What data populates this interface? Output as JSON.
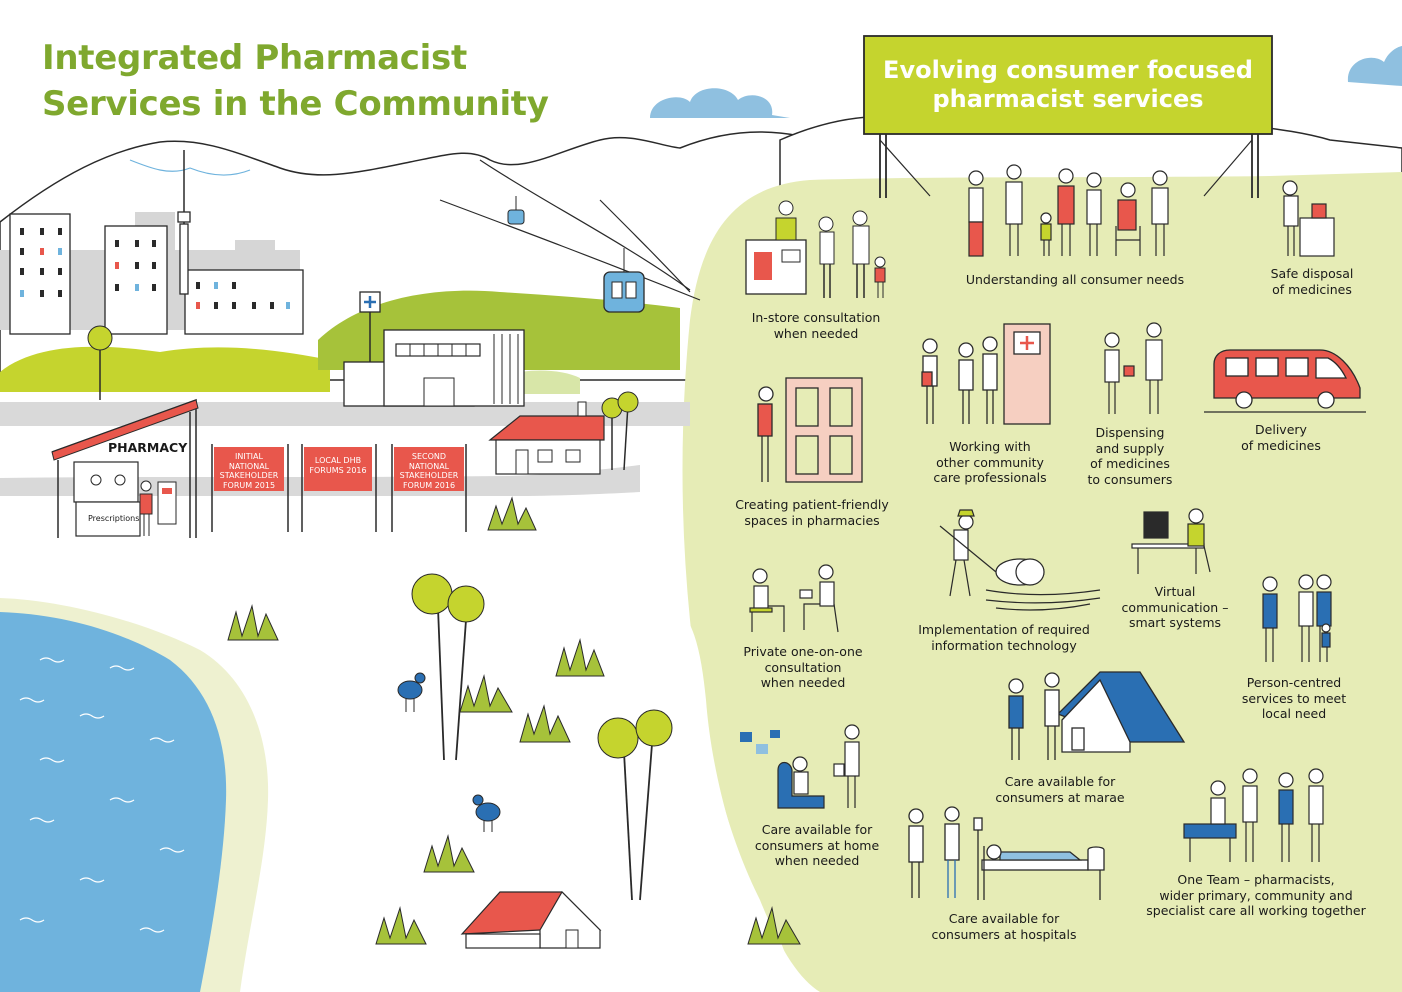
{
  "title": {
    "line1": "Integrated Pharmacist",
    "line2": "Services in the Community"
  },
  "billboard": {
    "line1": "Evolving consumer focused",
    "line2": "pharmacist services"
  },
  "pharmacy": {
    "sign": "PHARMACY",
    "counter": "Prescriptions"
  },
  "forum_signs": [
    {
      "text": "INITIAL NATIONAL STAKEHOLDER FORUM 2015"
    },
    {
      "text": "LOCAL DHB FORUMS 2016"
    },
    {
      "text": "SECOND NATIONAL STAKEHOLDER FORUM 2016"
    }
  ],
  "services": [
    {
      "id": "in-store-consultation",
      "label": "In-store consultation\nwhen needed"
    },
    {
      "id": "understanding-needs",
      "label": "Understanding all consumer needs"
    },
    {
      "id": "safe-disposal",
      "label": "Safe disposal\nof medicines"
    },
    {
      "id": "patient-friendly-spaces",
      "label": "Creating patient-friendly\nspaces in pharmacies"
    },
    {
      "id": "working-with-professionals",
      "label": "Working with\nother community\ncare professionals"
    },
    {
      "id": "dispensing-supply",
      "label": "Dispensing\nand supply\nof medicines\nto consumers"
    },
    {
      "id": "delivery",
      "label": "Delivery\nof medicines"
    },
    {
      "id": "private-consultation",
      "label": "Private one-on-one\nconsultation\nwhen needed"
    },
    {
      "id": "information-technology",
      "label": "Implementation of required\ninformation technology"
    },
    {
      "id": "virtual-communication",
      "label": "Virtual\ncommunication –\nsmart systems"
    },
    {
      "id": "person-centred",
      "label": "Person-centred\nservices to meet\nlocal need"
    },
    {
      "id": "care-at-marae",
      "label": "Care available for\nconsumers at marae"
    },
    {
      "id": "care-at-home",
      "label": "Care available for\nconsumers at home\nwhen needed"
    },
    {
      "id": "care-at-hospitals",
      "label": "Care available for\nconsumers at hospitals"
    },
    {
      "id": "one-team",
      "label": "One Team – pharmacists,\nwider primary, community and\nspecialist care all working together"
    }
  ],
  "colors": {
    "green_title": "#7fa82e",
    "billboard": "#c5d42e",
    "pale_green": "#e6ecb6",
    "sea": "#6fb3dd",
    "coral": "#e8574c",
    "sky_cloud": "#8fc0e0"
  }
}
